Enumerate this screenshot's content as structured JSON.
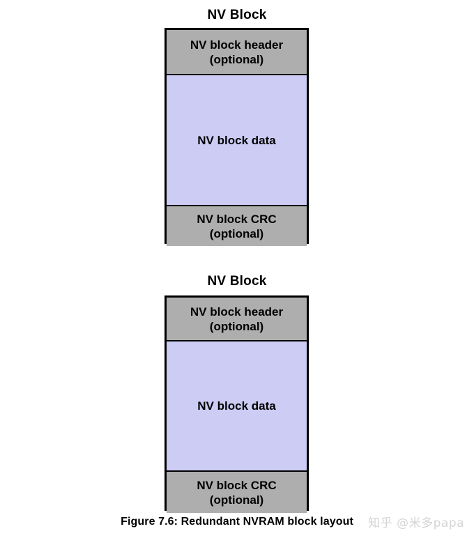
{
  "figure": {
    "caption": "Figure 7.6: Redundant NVRAM block layout",
    "watermark": "知乎 @米多papa",
    "colors": {
      "header_fill": "#aeaeae",
      "data_fill": "#ccccf5",
      "crc_fill": "#aeaeae",
      "border": "#000000",
      "text": "#000000",
      "background": "#ffffff",
      "watermark_text": "#d4d4d4"
    }
  },
  "blocks": [
    {
      "title": "NV Block",
      "sections": [
        {
          "name": "header",
          "line1": "NV block header",
          "line2": "(optional)"
        },
        {
          "name": "data",
          "line1": "NV block data",
          "line2": ""
        },
        {
          "name": "crc",
          "line1": "NV block CRC",
          "line2": "(optional)"
        }
      ]
    },
    {
      "title": "NV Block",
      "sections": [
        {
          "name": "header",
          "line1": "NV block header",
          "line2": "(optional)"
        },
        {
          "name": "data",
          "line1": "NV block data",
          "line2": ""
        },
        {
          "name": "crc",
          "line1": "NV block CRC",
          "line2": "(optional)"
        }
      ]
    }
  ]
}
